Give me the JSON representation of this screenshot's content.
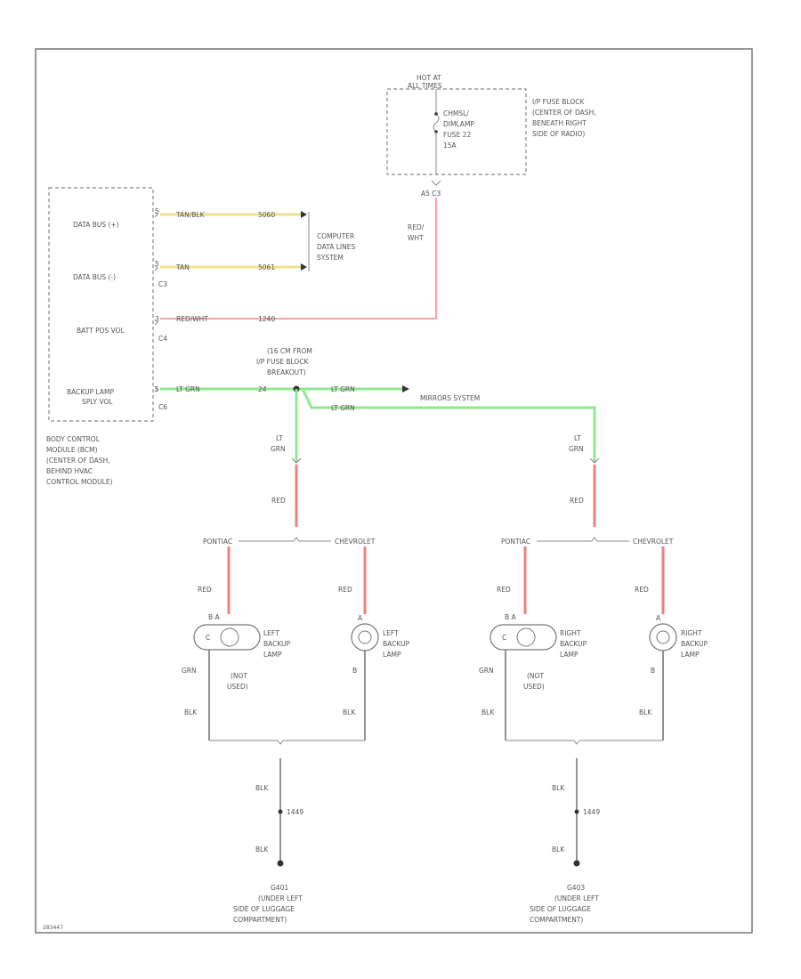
{
  "fuse_block": {
    "hot_label_1": "HOT AT",
    "hot_label_2": "ALL TIMES",
    "fuse_line_1": "CHMSL/",
    "fuse_line_2": "DIMLAMP",
    "fuse_line_3": "FUSE 22",
    "fuse_line_4": "15A",
    "location_1": "I/P FUSE BLOCK",
    "location_2": "(CENTER OF DASH,",
    "location_3": "BENEATH RIGHT",
    "location_4": "SIDE OF RADIO)",
    "connector": "A5  C3",
    "wire_color_1": "RED/",
    "wire_color_2": "WHT"
  },
  "bcm": {
    "pins": [
      {
        "label": "DATA BUS (+)",
        "terminal": "5",
        "wire": "TAN/BLK",
        "circuit": "5060"
      },
      {
        "label": "DATA BUS (-)",
        "terminal": "5",
        "wire": "TAN",
        "circuit": "5061",
        "connector": "C3"
      },
      {
        "label": "BATT POS VOL",
        "terminal": "3",
        "wire": "RED/WHT",
        "circuit": "1240",
        "connector": "C4"
      },
      {
        "label_1": "BACKUP LAMP",
        "label_2": "SPLY VOL",
        "terminal": "5",
        "wire": "LT GRN",
        "circuit": "24",
        "connector": "C6"
      }
    ],
    "location_1": "BODY CONTROL",
    "location_2": "MODULE (BCM)",
    "location_3": "(CENTER OF DASH,",
    "location_4": "BEHIND HVAC",
    "location_5": "CONTROL MODULE)"
  },
  "computer_data": {
    "line_1": "COMPUTER",
    "line_2": "DATA LINES",
    "line_3": "SYSTEM"
  },
  "splice": {
    "line_1": "(16 CM FROM",
    "line_2": "I/P FUSE BLOCK",
    "line_3": "BREAKOUT)",
    "wire_1": "LT GRN",
    "wire_2": "LT GRN",
    "mirrors": "MIRRORS SYSTEM"
  },
  "left_side": {
    "wire_top_1": "LT",
    "wire_top_2": "GRN",
    "wire_red": "RED",
    "pontiac": "PONTIAC",
    "chevrolet": "CHEVROLET",
    "pontiac_red": "RED",
    "chevrolet_red": "RED",
    "pontiac_lamp_pins": "B   A",
    "pontiac_pin_c": "C",
    "pontiac_lamp_1": "LEFT",
    "pontiac_lamp_2": "BACKUP",
    "pontiac_lamp_3": "LAMP",
    "not_used_1": "(NOT",
    "not_used_2": "USED)",
    "pontiac_wire_grn": "GRN",
    "pontiac_blk": "BLK",
    "chevrolet_lamp_pin": "A",
    "chevrolet_lamp_1": "LEFT",
    "chevrolet_lamp_2": "BACKUP",
    "chevrolet_lamp_3": "LAMP",
    "chevrolet_pin_b": "B",
    "chevrolet_blk": "BLK",
    "ground_blk_1": "BLK",
    "ground_circuit": "1449",
    "ground_blk_2": "BLK",
    "ground_1": "G401",
    "ground_2": "(UNDER LEFT",
    "ground_3": "SIDE OF LUGGAGE",
    "ground_4": "COMPARTMENT)"
  },
  "right_side": {
    "wire_top_1": "LT",
    "wire_top_2": "GRN",
    "wire_red": "RED",
    "pontiac": "PONTIAC",
    "chevrolet": "CHEVROLET",
    "pontiac_red": "RED",
    "chevrolet_red": "RED",
    "pontiac_lamp_pins": "B   A",
    "pontiac_pin_c": "C",
    "pontiac_lamp_1": "RIGHT",
    "pontiac_lamp_2": "BACKUP",
    "pontiac_lamp_3": "LAMP",
    "not_used_1": "(NOT",
    "not_used_2": "USED)",
    "pontiac_wire_grn": "GRN",
    "pontiac_blk": "BLK",
    "chevrolet_lamp_pin": "A",
    "chevrolet_lamp_1": "RIGHT",
    "chevrolet_lamp_2": "BACKUP",
    "chevrolet_lamp_3": "LAMP",
    "chevrolet_pin_b": "B",
    "chevrolet_blk": "BLK",
    "ground_blk_1": "BLK",
    "ground_circuit": "1449",
    "ground_blk_2": "BLK",
    "ground_1": "G403",
    "ground_2": "(UNDER LEFT",
    "ground_3": "SIDE OF LUGGAGE",
    "ground_4": "COMPARTMENT)"
  },
  "footer_code": "283447"
}
